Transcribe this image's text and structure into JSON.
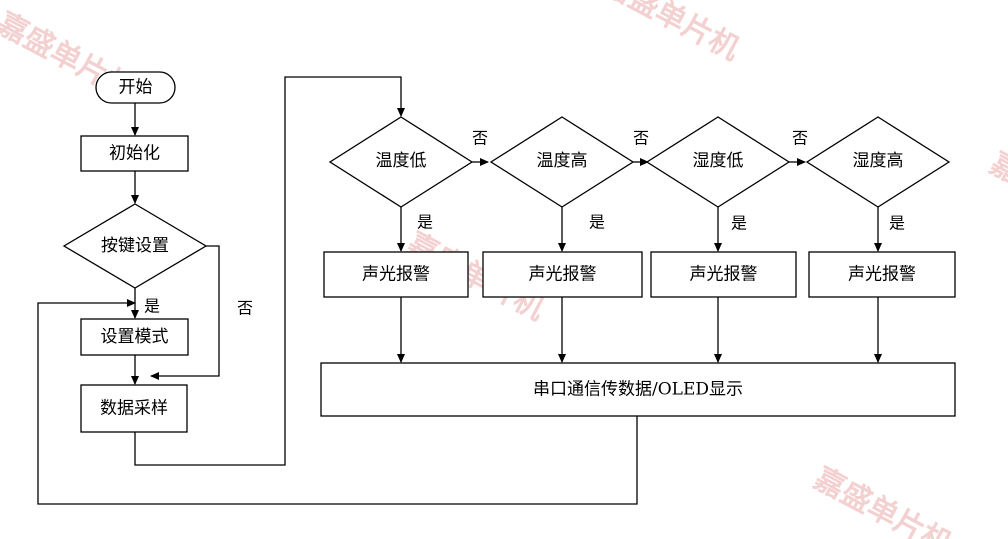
{
  "watermark": "嘉盛单片机",
  "nodes": {
    "start": "开始",
    "init": "初始化",
    "key_setting": "按键设置",
    "setting_mode": "设置模式",
    "data_sampling": "数据采样",
    "temp_low": "温度低",
    "temp_high": "温度高",
    "humid_low": "湿度低",
    "humid_high": "湿度高",
    "alarm_1": "声光报警",
    "alarm_2": "声光报警",
    "alarm_3": "声光报警",
    "alarm_4": "声光报警",
    "output": "串口通信传数据/OLED显示"
  },
  "edge_labels": {
    "yes_key": "是",
    "no_key": "否",
    "no_1": "否",
    "no_2": "否",
    "no_3": "否",
    "yes_1": "是",
    "yes_2": "是",
    "yes_3": "是",
    "yes_4": "是"
  }
}
